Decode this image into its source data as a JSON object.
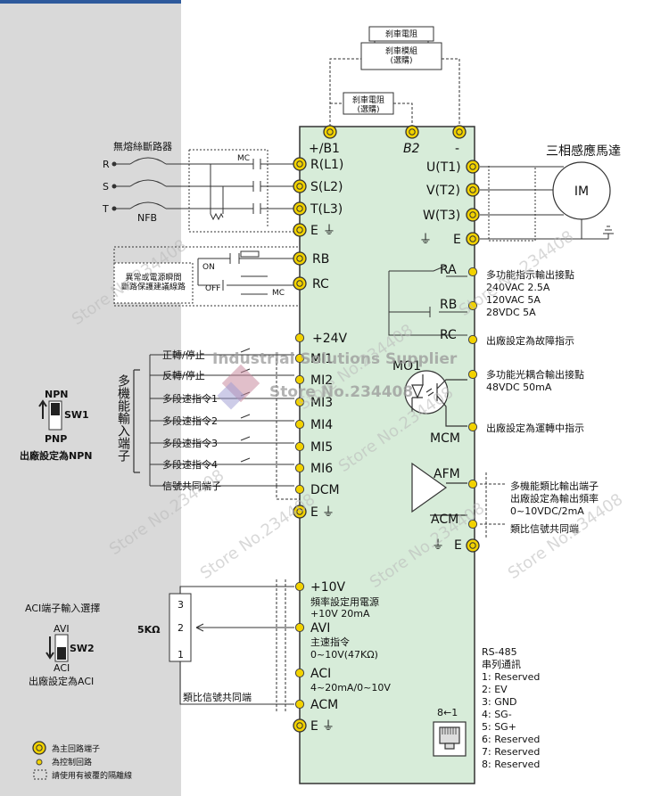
{
  "top": {
    "brake_resistor": "刹車電阻",
    "brake_unit": "刹車模組\n(選購)",
    "brake_resistor_opt": "刹車電阻\n(選購)"
  },
  "terminals": {
    "b1": "+/B1",
    "b2": "B2",
    "minus": "-",
    "rl1": "R(L1)",
    "sl2": "S(L2)",
    "tl3": "T(L3)",
    "e": "E",
    "u": "U(T1)",
    "v": "V(T2)",
    "w": "W(T3)",
    "rb": "RB",
    "rc": "RC",
    "plus24": "+24V",
    "mi1": "MI1",
    "mi2": "MI2",
    "mi3": "MI3",
    "mi4": "MI4",
    "mi5": "MI5",
    "mi6": "MI6",
    "dcm": "DCM",
    "ra": "RA",
    "rb2": "RB",
    "rc2": "RC",
    "mo1": "MO1",
    "mcm": "MCM",
    "afm": "AFM",
    "acm": "ACM",
    "plus10": "+10V",
    "avi": "AVI",
    "aci": "ACI",
    "acm2": "ACM"
  },
  "left": {
    "nfb_title": "無熔絲斷路器",
    "r": "R",
    "s": "S",
    "t": "T",
    "nfb": "NFB",
    "mc": "MC",
    "on": "ON",
    "off": "OFF",
    "mc2": "MC",
    "protect": "異常或電源瞬間\n斷路保護建議線路",
    "fwd": "正轉/停止",
    "rev": "反轉/停止",
    "ms1": "多段速指令1",
    "ms2": "多段速指令2",
    "ms3": "多段速指令3",
    "ms4": "多段速指令4",
    "common": "信號共同端子",
    "multi_input": "多機能輸入端子",
    "npn": "NPN",
    "sw1": "SW1",
    "pnp": "PNP",
    "default_npn": "出廠設定為NPN",
    "aci_select": "ACI端子輸入選擇",
    "avi": "AVI",
    "sw2": "SW2",
    "aci": "ACI",
    "default_aci": "出廠設定為ACI",
    "pot": "5KΩ",
    "p3": "3",
    "p2": "2",
    "p1": "1",
    "analog_common": "類比信號共同端"
  },
  "center": {
    "freq_power": "頻率設定用電源",
    "plus10_spec": "+10V 20mA",
    "main_speed": "主速指令",
    "avi_spec": "0~10V(47KΩ)",
    "aci_spec": "4~20mA/0~10V",
    "rj45_label": "8←1"
  },
  "right": {
    "motor_title": "三相感應馬達",
    "motor": "IM",
    "relay_title": "多功能指示輸出接點",
    "relay_spec1": "240VAC 2.5A",
    "relay_spec2": "120VAC 5A",
    "relay_spec3": "28VDC 5A",
    "relay_default": "出廠設定為故障指示",
    "photo_title": "多功能光耦合輸出接點",
    "photo_spec": "48VDC  50mA",
    "photo_default": "出廠設定為運轉中指示",
    "analog_out1": "多機能類比輸出端子",
    "analog_out2": "出廠設定為輸出頻率",
    "analog_out3": "0~10VDC/2mA",
    "analog_common": "類比信號共同端",
    "rs485_title": "RS-485",
    "rs485_sub": "串列通訊",
    "pins": [
      "1: Reserved",
      "2: EV",
      "3: GND",
      "4: SG-",
      "5: SG+",
      "6: Reserved",
      "7: Reserved",
      "8: Reserved"
    ]
  },
  "legend": {
    "main": "為主回路端子",
    "control": "為控制回路",
    "shield": "請使用有被覆的隔離線"
  },
  "watermark": {
    "company": "Industrial Solutions Supplier",
    "store": "Store No.234408"
  }
}
